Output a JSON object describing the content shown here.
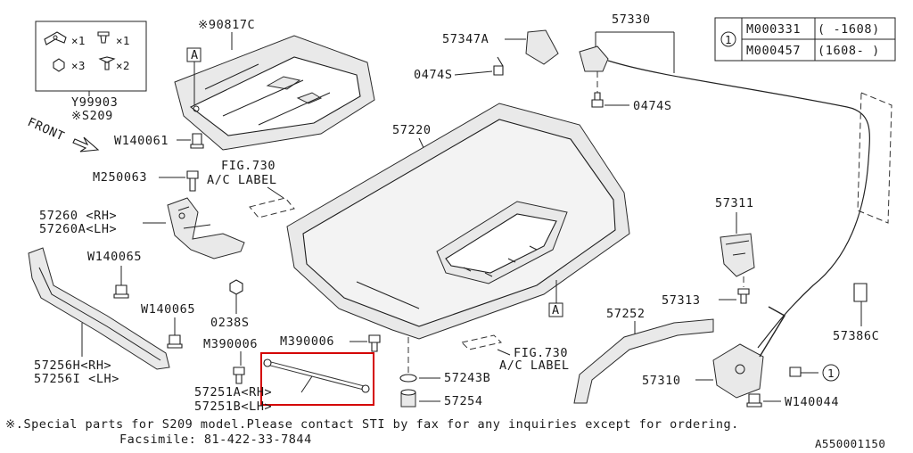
{
  "parts": {
    "p90817c": "※90817C",
    "kit_label": "Y99903",
    "kit_note": "※S209",
    "kit_qty_a": "×1",
    "kit_qty_b": "×1",
    "kit_qty_c": "×3",
    "kit_qty_d": "×2",
    "front": "FRONT",
    "w140061": "W140061",
    "m250063": "M250063",
    "fig730_top_a": "FIG.730",
    "fig730_top_b": "A/C LABEL",
    "p57260_rh": "57260 <RH>",
    "p57260a_lh": "57260A<LH>",
    "w140065_a": "W140065",
    "w140065_b": "W140065",
    "p0238s": "0238S",
    "m390006_a": "M390006",
    "m390006_b": "M390006",
    "p57256h_rh": "57256H<RH>",
    "p57256i_lh": "57256I <LH>",
    "p57251a_rh": "57251A<RH>",
    "p57251b_lh": "57251B<LH>",
    "p57220": "57220",
    "p57347a": "57347A",
    "p0474s_a": "0474S",
    "p0474s_b": "0474S",
    "p57330": "57330",
    "fig730_bot_a": "FIG.730",
    "fig730_bot_b": "A/C LABEL",
    "p57243b": "57243B",
    "p57254": "57254",
    "p57311": "57311",
    "p57313": "57313",
    "p57252": "57252",
    "p57386c": "57386C",
    "p57310": "57310",
    "w140044": "W140044",
    "ref_a1": "A",
    "ref_a2": "A",
    "callout_1": "1",
    "legend_mark": "1"
  },
  "legend": {
    "rows": [
      {
        "code": "M000331",
        "range": "( -1608)"
      },
      {
        "code": "M000457",
        "range": "(1608- )"
      }
    ]
  },
  "footer": {
    "note": "※.Special parts for S209 model.Please contact STI by fax for any inquiries except for ordering.",
    "fax": "Facsimile: 81-422-33-7844",
    "diagram_id": "A550001150"
  }
}
